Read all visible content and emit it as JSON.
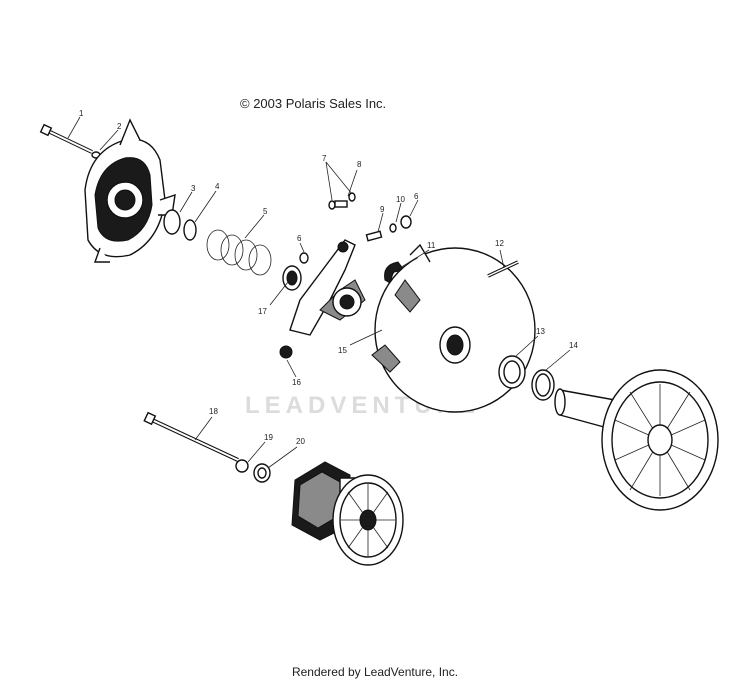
{
  "diagram": {
    "copyright": "© 2003 Polaris Sales Inc.",
    "watermark": "LEADVENTURE",
    "footer": "Rendered by LeadVenture, Inc.",
    "callouts": [
      "1",
      "2",
      "3",
      "4",
      "5",
      "6",
      "7",
      "8",
      "9",
      "10",
      "6",
      "11",
      "12",
      "13",
      "14",
      "17",
      "15",
      "16",
      "18",
      "19",
      "20"
    ]
  }
}
